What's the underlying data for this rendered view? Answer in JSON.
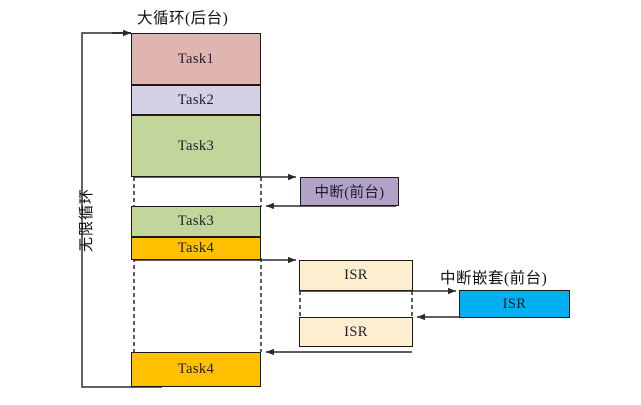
{
  "diagram": {
    "title_main": "大循环(后台)",
    "title_interrupt": "中断(前台)",
    "title_nested": "中断嵌套(前台)",
    "loop_label": "无限循环",
    "colors": {
      "task1": "#e0b4b0",
      "task2": "#d6d0e4",
      "task3": "#c2d69b",
      "task4": "#ffc000",
      "interrupt": "#b3a2c7",
      "isr": "#fdeed0",
      "nested_isr": "#00b0f0",
      "stroke": "#1a1a1a",
      "arrow": "#3b3b3b",
      "background": "#ffffff"
    },
    "main_column": {
      "name": "background-loop-column",
      "blocks": [
        {
          "label": "Task1",
          "color_key": "task1"
        },
        {
          "label": "Task2",
          "color_key": "task2"
        },
        {
          "label": "Task3",
          "color_key": "task3"
        },
        {
          "label": "Task3",
          "color_key": "task3"
        },
        {
          "label": "Task4",
          "color_key": "task4"
        },
        {
          "label": "Task4",
          "color_key": "task4"
        }
      ]
    },
    "interrupt_column": {
      "name": "foreground-interrupt-column",
      "blocks": [
        {
          "label": "中断(前台)",
          "color_key": "interrupt"
        }
      ]
    },
    "isr_column": {
      "name": "isr-column",
      "blocks": [
        {
          "label": "ISR",
          "color_key": "isr"
        },
        {
          "label": "ISR",
          "color_key": "isr"
        }
      ]
    },
    "nested_column": {
      "name": "nested-isr-column",
      "blocks": [
        {
          "label": "ISR",
          "color_key": "nested_isr"
        }
      ]
    }
  }
}
